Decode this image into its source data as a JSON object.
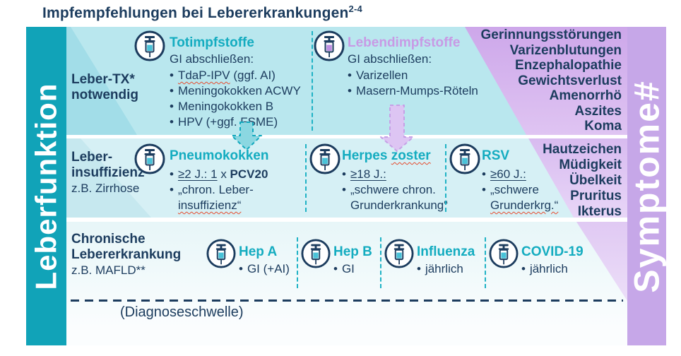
{
  "title": {
    "text": "Impfempfehlungen bei Lebererkrankungen",
    "superscript": "2-4"
  },
  "axes": {
    "left": "Leberfunktion",
    "right": "Symptome",
    "right_superscript": "#"
  },
  "row1": {
    "label_line1": "Leber-TX*",
    "label_line2": "notwendig",
    "tot": {
      "heading": "Totimpfstoffe",
      "subheading": "GI abschließen:",
      "b1_wavy": "TdaP-IPV",
      "b1_rest": " (ggf. AI)",
      "b2": "Meningokokken ACWY",
      "b3": "Meningokokken B",
      "b4": "HPV (+ggf. FSME)"
    },
    "lebend": {
      "heading": "Lebendimpfstoffe",
      "subheading": "GI abschließen:",
      "b1": "Varizellen",
      "b2": "Masern-Mumps-Röteln"
    },
    "symptoms": [
      "Gerinnungsstörungen",
      "Varizenblutungen",
      "Enzephalopathie",
      "Gewichtsverlust",
      "Amenorrhö",
      "Aszites",
      "Koma"
    ]
  },
  "row2": {
    "label_line1": "Leber-",
    "label_line2": "insuffizienz",
    "label_line3": "z.B. Zirrhose",
    "pneumo": {
      "heading": "Pneumokokken",
      "b1_underline": "≥2 J.: 1",
      "b1_mid": " x ",
      "b1_bold": "PCV20",
      "b2_line1": "„chron. Leber-",
      "b2_line2": "insuffizienz“"
    },
    "herpes": {
      "heading_pre": "Herpes ",
      "heading_wavy": "zoster",
      "b1_underline": "≥18 J.:",
      "b2_line1": "„schwere chron.",
      "b2_line2": "Grunderkrankung“"
    },
    "rsv": {
      "heading": "RSV",
      "b1_underline": "≥60 J.:",
      "b2_line1": "„schwere",
      "b2_line2": "Grunderkrg.“"
    },
    "symptoms": [
      "Hautzeichen",
      "Müdigkeit",
      "Übelkeit",
      "Pruritus",
      "Ikterus"
    ]
  },
  "row3": {
    "label_line1": "Chronische",
    "label_line2": "Lebererkrankung",
    "label_line3": "z.B. MAFLD**",
    "hepa": {
      "heading": "Hep A",
      "b1": "GI (+AI)"
    },
    "hepb": {
      "heading": "Hep B",
      "b1": "GI"
    },
    "influenza": {
      "heading": "Influenza",
      "b1": "jährlich"
    },
    "covid": {
      "heading": "COVID-19",
      "b1": "jährlich"
    },
    "threshold_label": "(Diagnoseschwelle)"
  },
  "colors": {
    "navy": "#1c3c5e",
    "teal": "#14acc0",
    "purple_heading": "#c89ae5",
    "left_bar": "#11a3b8",
    "right_bar": "#c6a7e8",
    "row1_bg": "#b9e7ee",
    "row1_accent": "#a2dde8",
    "row2_bg": "#d6f0f5",
    "row3_top": "#e7f6f8",
    "red_wavy": "#e64b2e",
    "divider": "#1fb2c5"
  }
}
